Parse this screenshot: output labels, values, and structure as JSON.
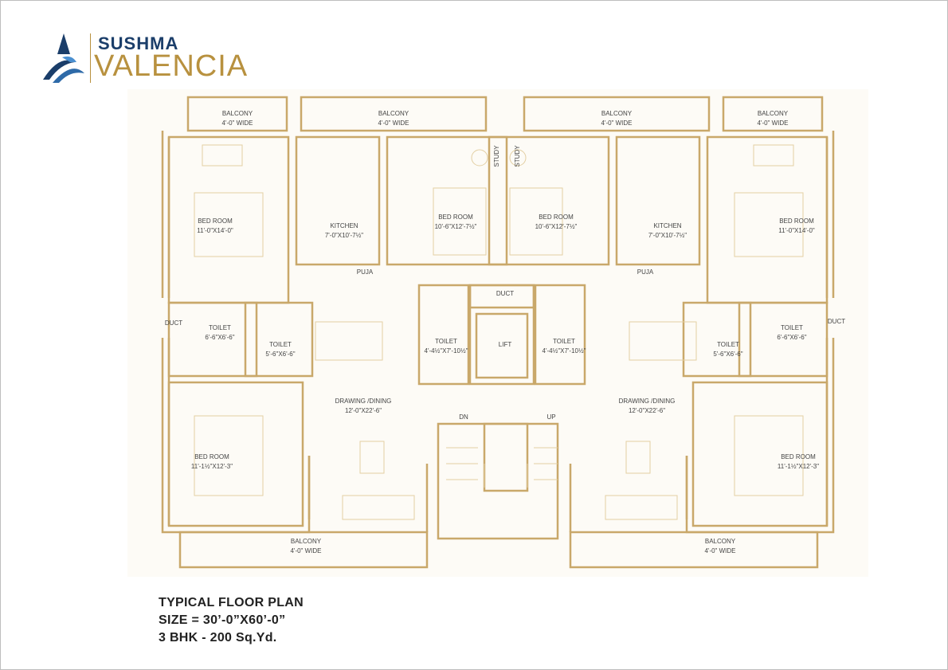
{
  "brand": {
    "line1": "SUSHMA",
    "line2": "VALENCIA"
  },
  "plan": {
    "rooms": {
      "balcony_top_left": {
        "name": "BALCONY",
        "dim": "4'-0\" WIDE"
      },
      "balcony_top_mid_left": {
        "name": "BALCONY",
        "dim": "4'-0\" WIDE"
      },
      "balcony_top_mid_right": {
        "name": "BALCONY",
        "dim": "4'-0\" WIDE"
      },
      "balcony_top_right": {
        "name": "BALCONY",
        "dim": "4'-0\" WIDE"
      },
      "bedroom_top_left": {
        "name": "BED ROOM",
        "dim": "11'-0\"X14'-0\""
      },
      "kitchen_left": {
        "name": "KITCHEN",
        "dim": "7'-0\"X10'-7½\""
      },
      "bedroom_mid_left": {
        "name": "BED ROOM",
        "dim": "10'-6\"X12'-7½\""
      },
      "bedroom_mid_right": {
        "name": "BED ROOM",
        "dim": "10'-6\"X12'-7½\""
      },
      "kitchen_right": {
        "name": "KITCHEN",
        "dim": "7'-0\"X10'-7½\""
      },
      "bedroom_top_right": {
        "name": "BED ROOM",
        "dim": "11'-0\"X14'-0\""
      },
      "toilet_left_outer": {
        "name": "TOILET",
        "dim": "6'-6\"X6'-6\""
      },
      "toilet_left_inner": {
        "name": "TOILET",
        "dim": "5'-6\"X6'-6\""
      },
      "toilet_mid_left": {
        "name": "TOILET",
        "dim": "4'-4½\"X7'-10½\""
      },
      "lift": {
        "name": "LIFT"
      },
      "toilet_mid_right": {
        "name": "TOILET",
        "dim": "4'-4½\"X7'-10½\""
      },
      "toilet_right_inner": {
        "name": "TOILET",
        "dim": "5'-6\"X6'-6\""
      },
      "toilet_right_outer": {
        "name": "TOILET",
        "dim": "6'-6\"X6'-6\""
      },
      "drawing_left": {
        "name": "DRAWING /DINING",
        "dim": "12'-0\"X22'-6\""
      },
      "drawing_right": {
        "name": "DRAWING /DINING",
        "dim": "12'-0\"X22'-6\""
      },
      "bedroom_bottom_left": {
        "name": "BED ROOM",
        "dim": "11'-1½\"X12'-3\""
      },
      "bedroom_bottom_right": {
        "name": "BED ROOM",
        "dim": "11'-1½\"X12'-3\""
      },
      "balcony_bottom_left": {
        "name": "BALCONY",
        "dim": "4'-0\" WIDE"
      },
      "balcony_bottom_right": {
        "name": "BALCONY",
        "dim": "4'-0\" WIDE"
      }
    },
    "labels": {
      "study": "STUDY",
      "puja": "PUJA",
      "duct": "DUCT",
      "dn": "DN",
      "up": "UP"
    }
  },
  "caption": {
    "line1": "TYPICAL FLOOR PLAN",
    "line2": "SIZE = 30’-0”X60’-0”",
    "line3": "3 BHK - 200 Sq.Yd."
  },
  "colors": {
    "wall": "#c9a86a",
    "brand_blue": "#1b3e6a",
    "brand_gold": "#b8913f"
  }
}
